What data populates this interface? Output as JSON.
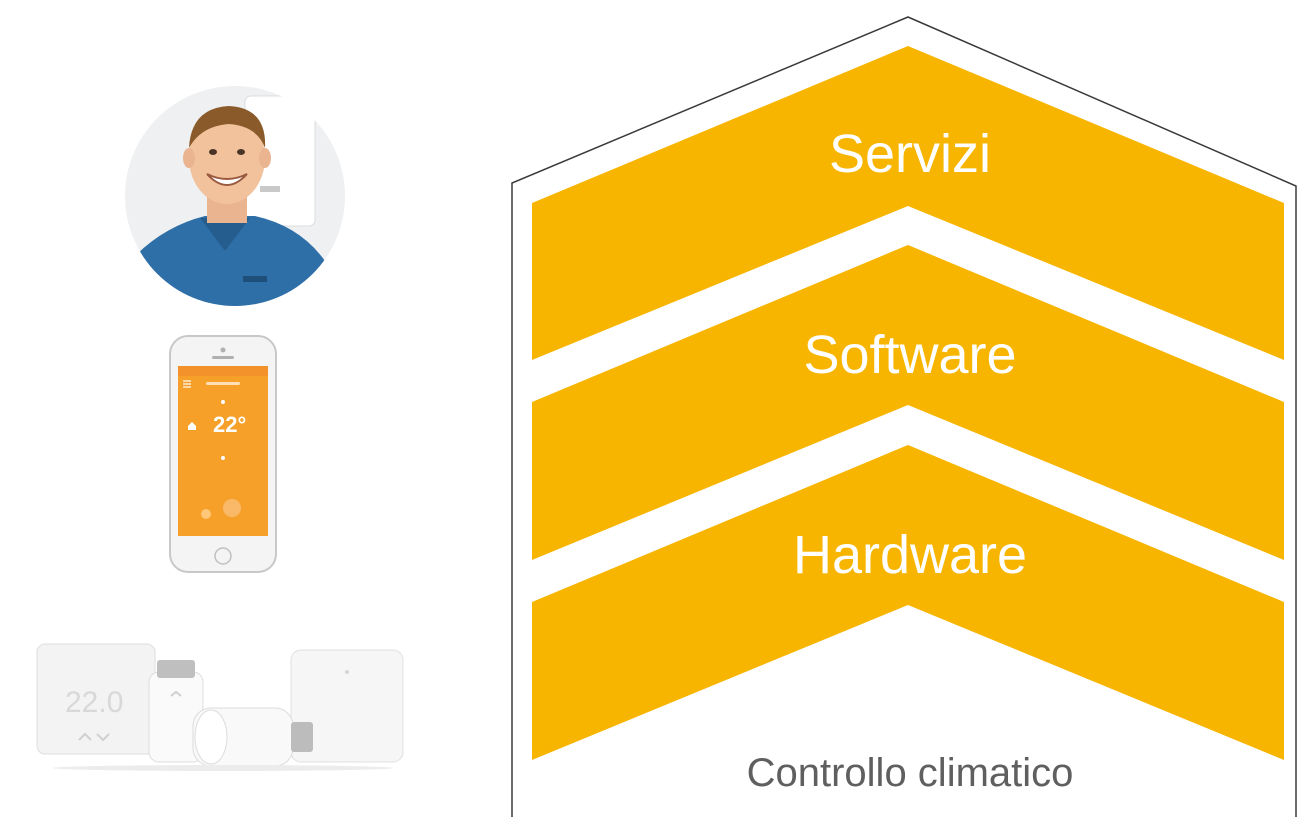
{
  "diagram": {
    "layers": [
      {
        "label": "Servizi"
      },
      {
        "label": "Software"
      },
      {
        "label": "Hardware"
      }
    ],
    "foundation_label": "Controllo climatico"
  },
  "colors": {
    "band": "#F7B500",
    "outline": "#3a3a3a",
    "band_text": "#ffffff",
    "foundation_text": "#5f5f5f"
  },
  "left_images": [
    {
      "icon": "installer-portrait"
    },
    {
      "icon": "smartphone-app",
      "screen_temperature": "22°"
    },
    {
      "icon": "smart-thermostat-kit",
      "display_temperature": "22.0"
    }
  ]
}
